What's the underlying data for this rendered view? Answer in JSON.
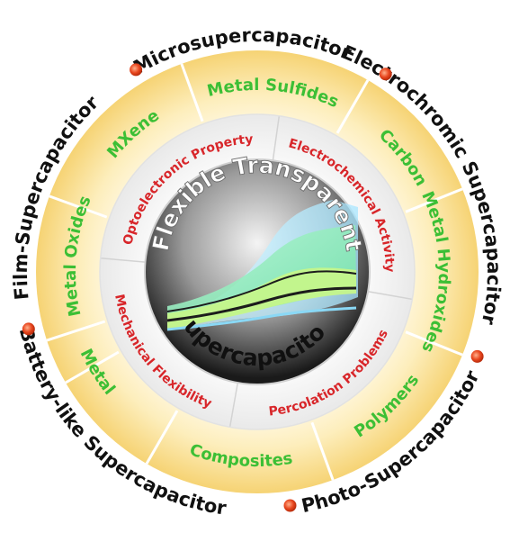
{
  "center": {
    "title_line": "Flexible Transparent",
    "subtitle": "Supercapacitors"
  },
  "properties": [
    "Optoelectronic Property",
    "Electrochemical Activity",
    "Percolation Problems",
    "Mechanical Flexibility"
  ],
  "materials": [
    "MXene",
    "Metal Sulfides",
    "Carbon",
    "Metal Hydroxides",
    "Polymers",
    "Composites",
    "Metal",
    "Metal Oxides"
  ],
  "applications": [
    "Microsupercapacitor",
    "Electrochromic Supercapacitor",
    "Photo-Supercapacitor",
    "Battery-like Supercapacitor",
    "Film-Supercapacitor"
  ],
  "colors": {
    "application_text": "#111111",
    "material_text": "#3cbf35",
    "property_text": "#d8262a",
    "ring_gradient_inner": "#fff8df",
    "ring_gradient_outer": "#f7d57a",
    "dot": "#e8461e",
    "center_dark": "#1c1c1c"
  }
}
